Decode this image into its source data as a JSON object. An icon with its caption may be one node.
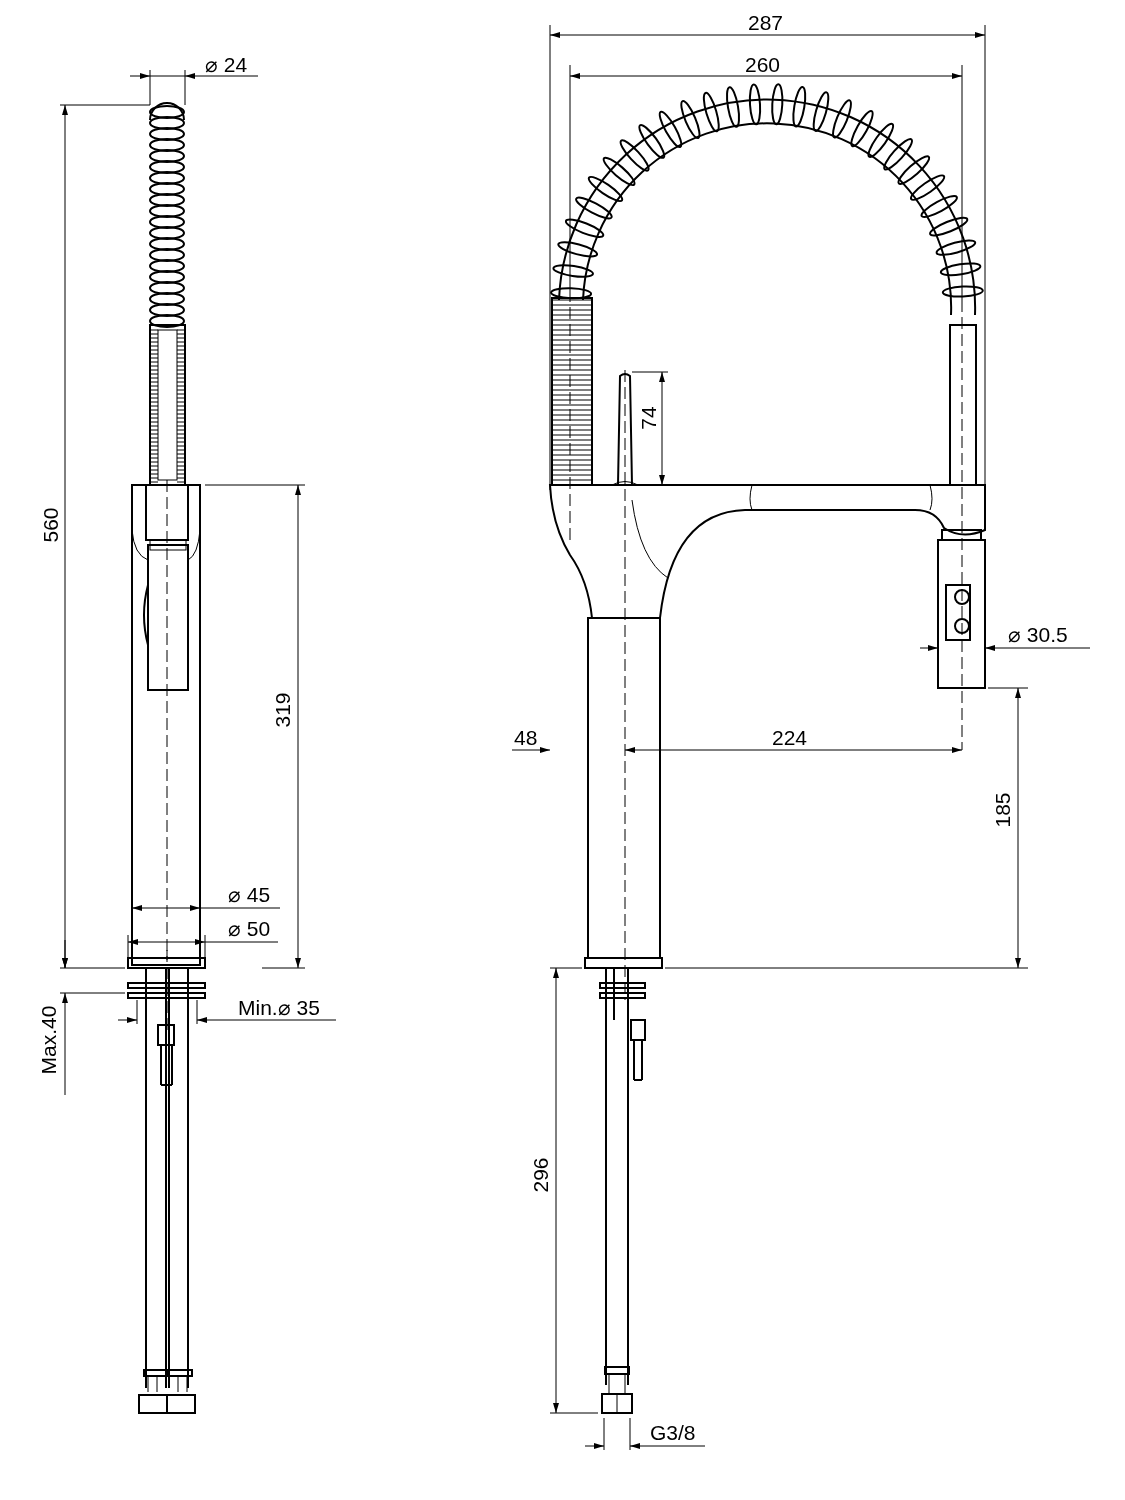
{
  "diagram": {
    "labels": [
      "⌀ 24",
      "287",
      "260",
      "560",
      "74",
      "319",
      "⌀ 30.5",
      "48",
      "224",
      "185",
      "⌀ 45",
      "⌀ 50",
      "Min.⌀ 35",
      "Max.40",
      "296",
      "G3/8"
    ]
  }
}
